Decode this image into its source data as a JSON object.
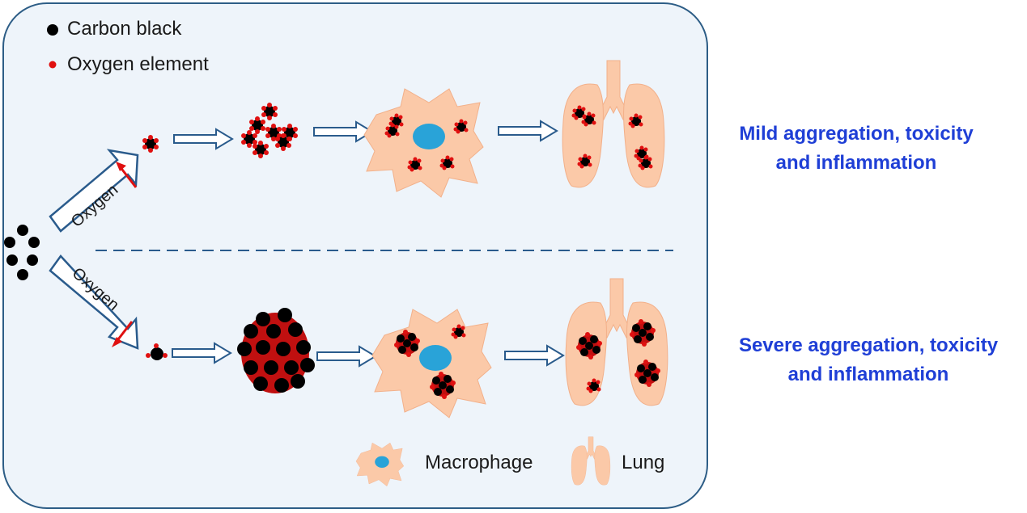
{
  "legend": {
    "carbon_black": "Carbon black",
    "oxygen_element": "Oxygen element",
    "macrophage": "Macrophage",
    "lung": "Lung"
  },
  "pathways": {
    "top": {
      "arrow_label": "Oxygen",
      "outcome_line1": "Mild aggregation, toxicity",
      "outcome_line2": "and inflammation"
    },
    "bottom": {
      "arrow_label": "Oxygen",
      "outcome_line1": "Severe aggregation, toxicity",
      "outcome_line2": "and inflammation"
    }
  },
  "colors": {
    "carbon": "#000000",
    "oxygen": "#e01010",
    "cell": "#fbc9a8",
    "nucleus": "#29a3d8",
    "arrow_stroke": "#2a5b8c",
    "outcome_text": "#1f3fd6"
  },
  "icons": [
    "carbon-particle-icon",
    "oxygen-dot-icon",
    "macrophage-icon",
    "lung-icon",
    "hollow-arrow-icon",
    "red-arrow-icon"
  ]
}
